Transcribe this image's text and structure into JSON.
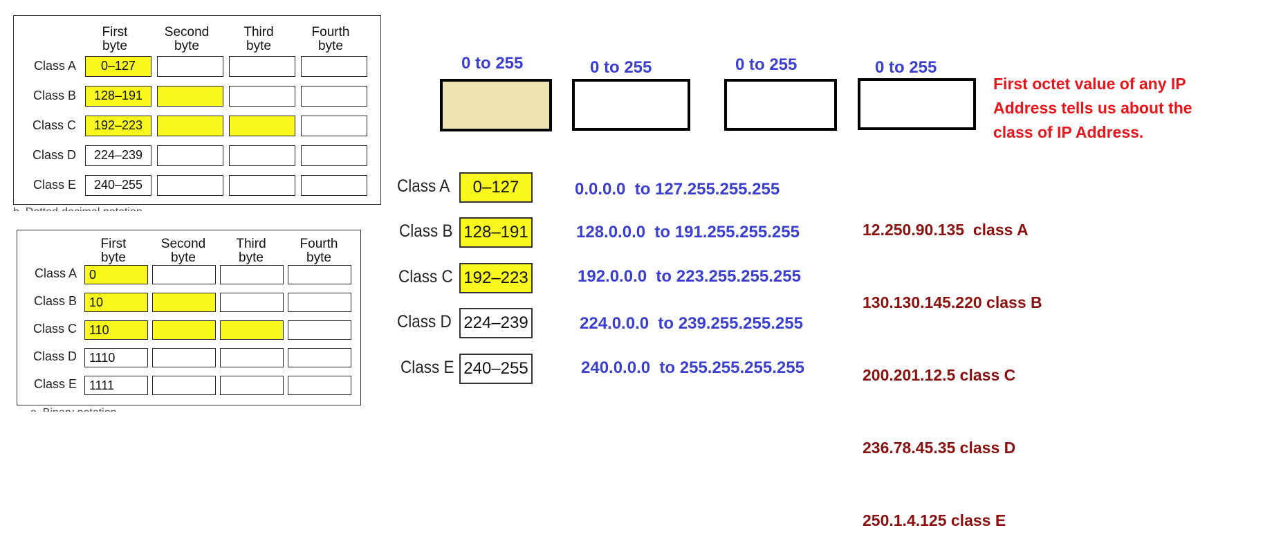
{
  "top_table": {
    "headers": [
      {
        "line1": "First",
        "line2": "byte"
      },
      {
        "line1": "Second",
        "line2": "byte"
      },
      {
        "line1": "Third",
        "line2": "byte"
      },
      {
        "line1": "Fourth",
        "line2": "byte"
      }
    ],
    "rows": [
      {
        "label": "Class A",
        "first": "0–127",
        "filled": 1
      },
      {
        "label": "Class B",
        "first": "128–191",
        "filled": 2
      },
      {
        "label": "Class C",
        "first": "192–223",
        "filled": 3
      },
      {
        "label": "Class D",
        "first": "224–239",
        "filled": 0
      },
      {
        "label": "Class E",
        "first": "240–255",
        "filled": 0
      }
    ],
    "caption_fragment": "b. Dotted-decimal notation"
  },
  "bottom_table": {
    "headers": [
      {
        "line1": "First",
        "line2": "byte"
      },
      {
        "line1": "Second",
        "line2": "byte"
      },
      {
        "line1": "Third",
        "line2": "byte"
      },
      {
        "line1": "Fourth",
        "line2": "byte"
      }
    ],
    "rows": [
      {
        "label": "Class A",
        "first": "0",
        "filled": 1
      },
      {
        "label": "Class B",
        "first": "10",
        "filled": 2
      },
      {
        "label": "Class C",
        "first": "110",
        "filled": 3
      },
      {
        "label": "Class D",
        "first": "1110",
        "filled": 0
      },
      {
        "label": "Class E",
        "first": "1111",
        "filled": 0
      }
    ],
    "caption_fragment": "a. Binary notation"
  },
  "octets": {
    "labels": [
      "0 to 255",
      "0 to 255",
      "0 to 255",
      "0 to 255"
    ],
    "note_lines": [
      "First octet value of any IP",
      "Address tells us about the",
      "class of IP Address."
    ],
    "highlight_color": "#efe2b0"
  },
  "class_list": [
    {
      "label": "Class A",
      "range": "0–127",
      "full_range": "0.0.0.0  to 127.255.255.255",
      "highlight": true
    },
    {
      "label": "Class B",
      "range": "128–191",
      "full_range": "128.0.0.0  to 191.255.255.255",
      "highlight": true
    },
    {
      "label": "Class C",
      "range": "192–223",
      "full_range": "192.0.0.0  to 223.255.255.255",
      "highlight": true
    },
    {
      "label": "Class D",
      "range": "224–239",
      "full_range": "224.0.0.0  to 239.255.255.255",
      "highlight": false
    },
    {
      "label": "Class E",
      "range": "240–255",
      "full_range": "240.0.0.0  to 255.255.255.255",
      "highlight": false
    }
  ],
  "examples": [
    "12.250.90.135  class A",
    "130.130.145.220 class B",
    "200.201.12.5 class C",
    "236.78.45.35 class D",
    "250.1.4.125 class E"
  ],
  "colors": {
    "yellow": "#f8f81e",
    "blue_text": "#3a3fd1",
    "red_note": "#e8141a",
    "dark_red": "#8b1010"
  }
}
